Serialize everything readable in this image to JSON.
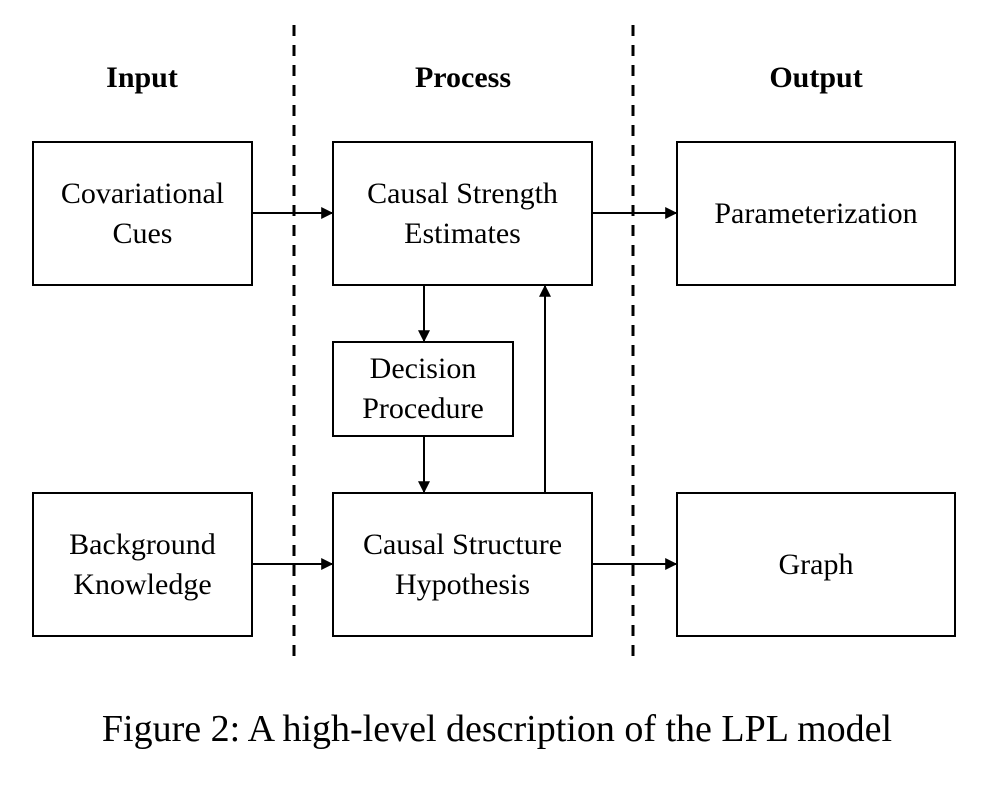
{
  "headers": {
    "input": "Input",
    "process": "Process",
    "output": "Output"
  },
  "boxes": {
    "covariational_cues": "Covariational\nCues",
    "causal_strength_estimates": "Causal Strength\nEstimates",
    "parameterization": "Parameterization",
    "decision_procedure": "Decision\nProcedure",
    "background_knowledge": "Background\nKnowledge",
    "causal_structure_hypothesis": "Causal Structure\nHypothesis",
    "graph": "Graph"
  },
  "caption": "Figure 2: A high-level description of the LPL model"
}
